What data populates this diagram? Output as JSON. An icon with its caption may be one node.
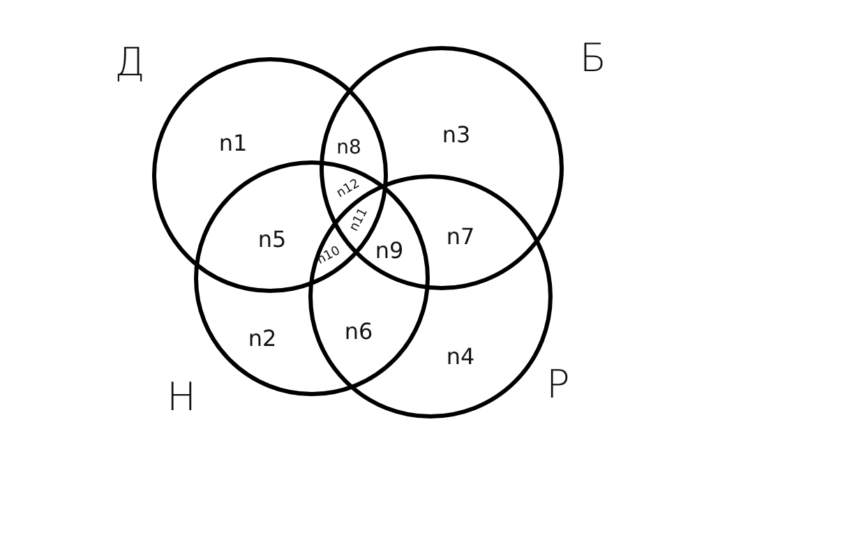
{
  "diagram": {
    "nodes": [
      {
        "text": [
          "Д"
        ]
      },
      {
        "text": [
          "Б"
        ]
      },
      {
        "text": [
          "Н"
        ]
      },
      {
        "text": [
          "Р"
        ]
      }
    ],
    "edges": [],
    "labels": [
      "n1",
      "n8",
      "n3",
      "n12",
      "n11",
      "n7",
      "n5",
      "n9",
      "n10",
      "n2",
      "n6",
      "n4"
    ]
  }
}
